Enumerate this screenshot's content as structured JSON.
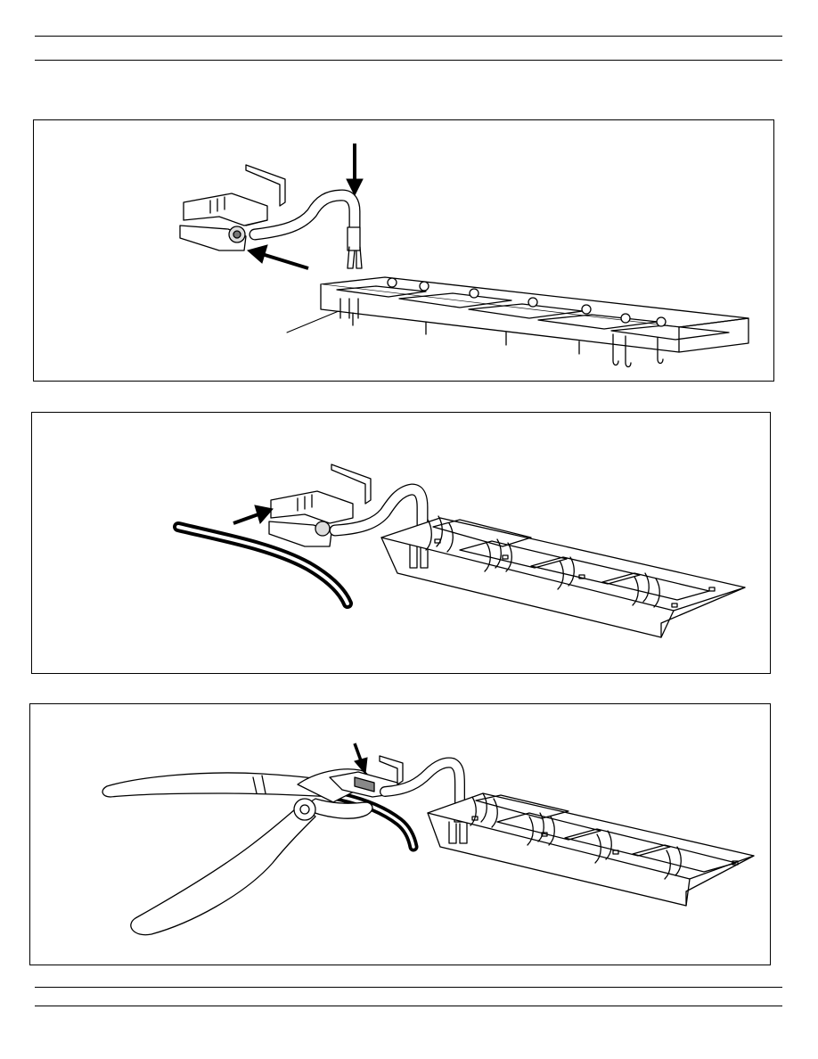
{
  "page": {
    "header_text": "",
    "footer_text": ""
  },
  "figures": [
    {
      "id": "step-1",
      "caption": ""
    },
    {
      "id": "step-2",
      "caption": ""
    },
    {
      "id": "step-3",
      "caption": ""
    }
  ]
}
